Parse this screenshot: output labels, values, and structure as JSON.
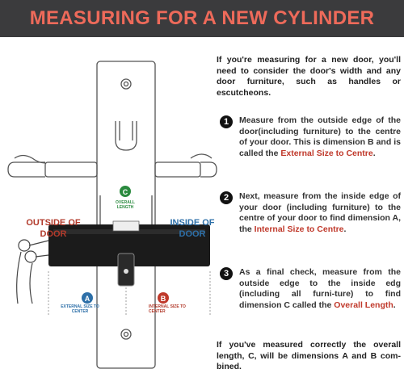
{
  "header": {
    "title": "MEASURING FOR A NEW CYLINDER",
    "bg": "#3b3b3d",
    "color": "#ee6a5a"
  },
  "illustration": {
    "outside_label": "OUTSIDE OF DOOR",
    "inside_label": "INSIDE OF DOOR",
    "marker_a": "A",
    "marker_b": "B",
    "marker_c": "C",
    "caption_a": "EXTERNAL SIZE TO CENTER",
    "caption_b": "INTERNAL SIZE TO CENTER",
    "caption_c": "OVERALL LENGTH",
    "colors": {
      "a": "#2d6fa8",
      "b": "#c0392b",
      "c": "#2a8a3e"
    }
  },
  "intro": "If you're measuring for a new door, you'll need to consider the door's width and any door furniture, such as handles or escutcheons.",
  "steps": [
    {
      "num": "1",
      "text": "Measure from the outside edge of the door(including furniture) to the centre of your door. This is dimension B and is called the ",
      "highlight": "External Size to Centre",
      "end": "."
    },
    {
      "num": "2",
      "text": "Next, measure from the inside edge of your door (including furniture) to the centre of your door to find dimension A, the ",
      "highlight": "Internal Size to Centre",
      "end": "."
    },
    {
      "num": "3",
      "text": "As a final check, measure from the outside edge to the inside edg (including all furni-ture) to find dimension C called the ",
      "highlight": "Overall Length",
      "end": "."
    }
  ],
  "outro": "If you've measured correctly the overall length, C, will be dimensions A and B com- bined."
}
